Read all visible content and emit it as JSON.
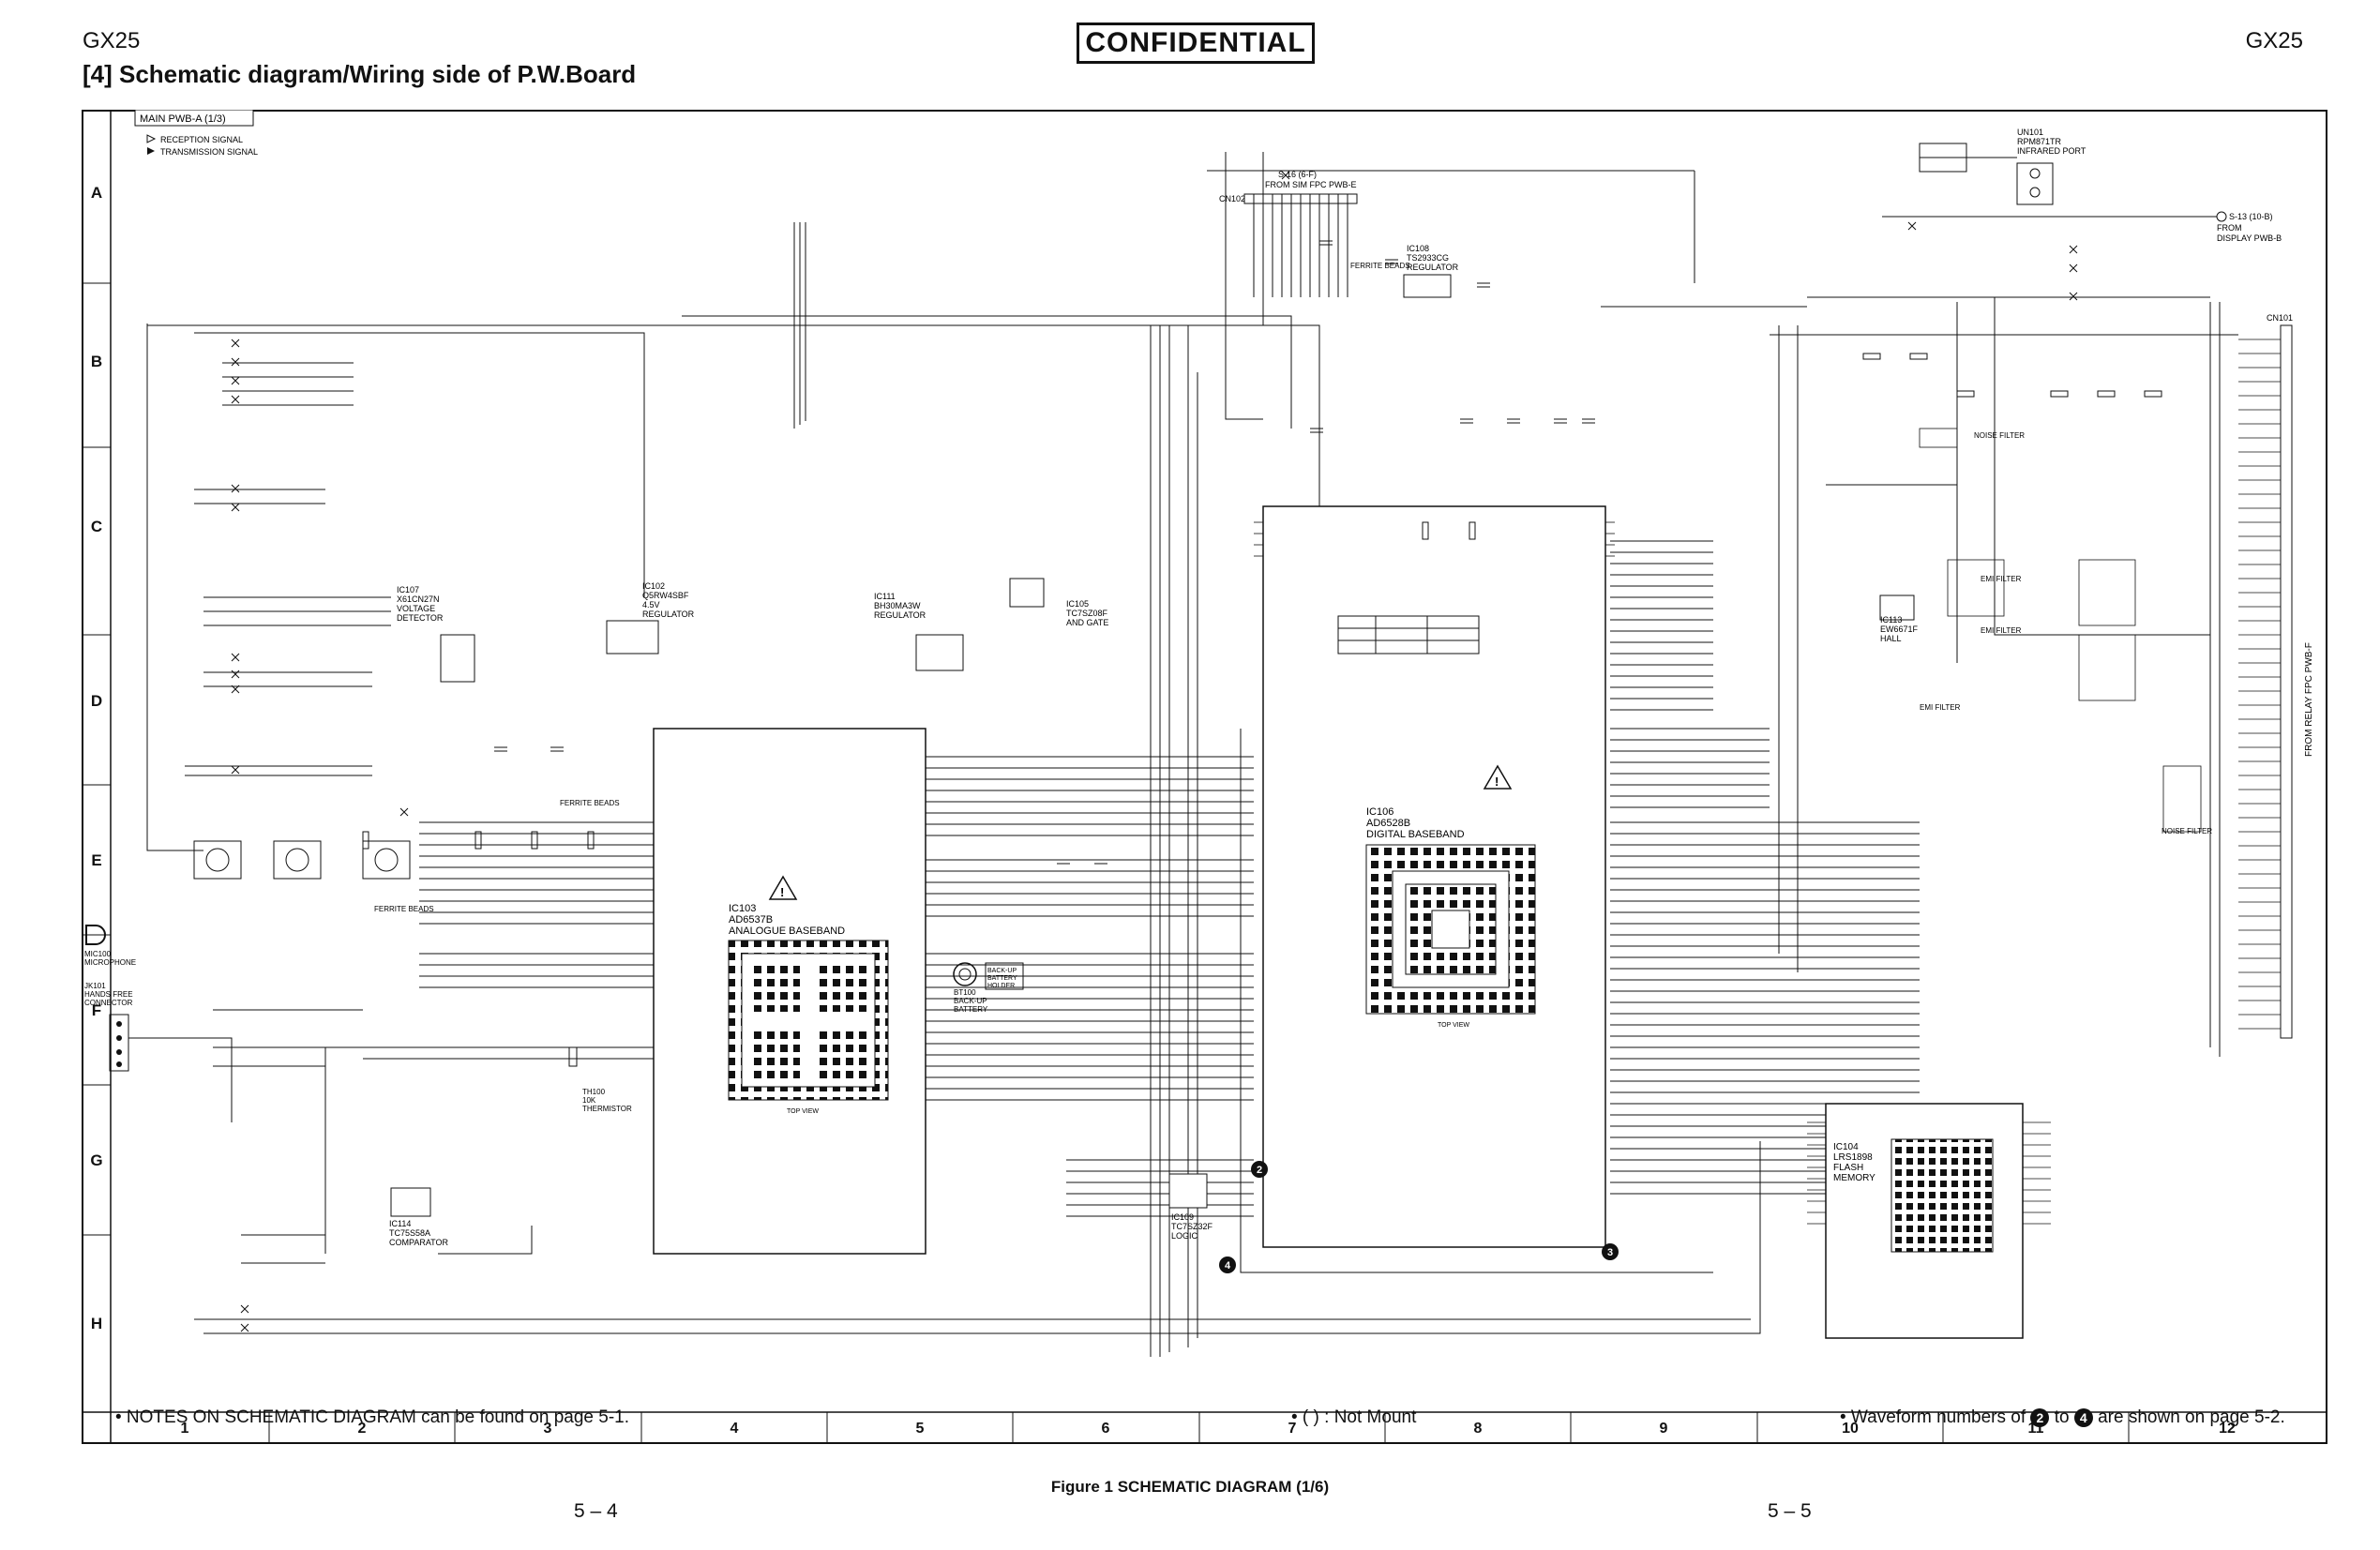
{
  "header": {
    "model_left": "GX25",
    "model_right": "GX25",
    "confidential": "CONFIDENTIAL",
    "title": "[4] Schematic diagram/Wiring side of P.W.Board"
  },
  "frame": {
    "sheet_label": "MAIN PWB-A (1/3)",
    "legend": [
      "RECEPTION SIGNAL",
      "TRANSMISSION SIGNAL"
    ],
    "row_labels": [
      "A",
      "B",
      "C",
      "D",
      "E",
      "F",
      "G",
      "H"
    ],
    "column_labels": [
      "1",
      "2",
      "3",
      "4",
      "5",
      "6",
      "7",
      "8",
      "9",
      "10",
      "11",
      "12"
    ]
  },
  "connectors": {
    "top_connector": "CN102",
    "top_connector_from": [
      "S-16 (6-F)",
      "FROM SIM FPC PWB-E"
    ],
    "right_top": [
      "S-13 (10-B)",
      "FROM",
      "DISPLAY PWB-B"
    ],
    "right_side": "FROM RELAY FPC PWB-F",
    "infrared": [
      "UN101",
      "RPM871TR",
      "INFRARED PORT"
    ],
    "right_connector": "CN101"
  },
  "components": {
    "ic103": [
      "IC103",
      "AD6537B",
      "ANALOGUE BASEBAND"
    ],
    "ic106": [
      "IC106",
      "AD6528B",
      "DIGITAL BASEBAND"
    ],
    "ic104": [
      "IC104",
      "LRS1898",
      "FLASH",
      "MEMORY"
    ],
    "ic102": [
      "IC102",
      "Q5RW4SBF",
      "4.5V",
      "REGULATOR"
    ],
    "ic107": [
      "IC107",
      "X61CN27N",
      "VOLTAGE",
      "DETECTOR"
    ],
    "ic111": [
      "IC111",
      "BH30MA3W",
      "REGULATOR"
    ],
    "ic105": [
      "IC105",
      "TC7SZ08F",
      "AND GATE"
    ],
    "ic108": [
      "IC108",
      "TS2933CG",
      "REGULATOR"
    ],
    "ic109": [
      "IC109",
      "TC7SZ32F",
      "LOGIC"
    ],
    "ic113": [
      "IC113",
      "EW6671F",
      "HALL"
    ],
    "ic114": [
      "IC114",
      "TC75S58A",
      "COMPARATOR"
    ],
    "mic": [
      "MIC100",
      "MICROPHONE"
    ],
    "jack": [
      "JK101",
      "HANDS FREE",
      "CONNECTOR"
    ],
    "battery": [
      "BT100",
      "BACK-UP",
      "BATTERY"
    ],
    "battery_holder": [
      "BACK-UP",
      "BATTERY",
      "HOLDER"
    ],
    "thermistor": [
      "TH100",
      "10K",
      "THERMISTOR"
    ],
    "top_view": "TOP VIEW",
    "emi_filter": "EMI FILTER",
    "noise_filter": "NOISE FILTER",
    "ferrite_beads": "FERRITE BEADS",
    "waveform_markers": [
      "2",
      "3",
      "4"
    ]
  },
  "notes": {
    "left": "• NOTES ON SCHEMATIC DIAGRAM can be found on page 5-1.",
    "middle": "• (    ) : Not Mount",
    "right_prefix": "• Waveform numbers of",
    "right_num_a": "2",
    "right_mid": "to",
    "right_num_b": "4",
    "right_suffix": "are shown on page 5-2."
  },
  "caption": "Figure 1 SCHEMATIC DIAGRAM (1/6)",
  "page_numbers": {
    "left": "5 – 4",
    "right": "5 – 5"
  }
}
